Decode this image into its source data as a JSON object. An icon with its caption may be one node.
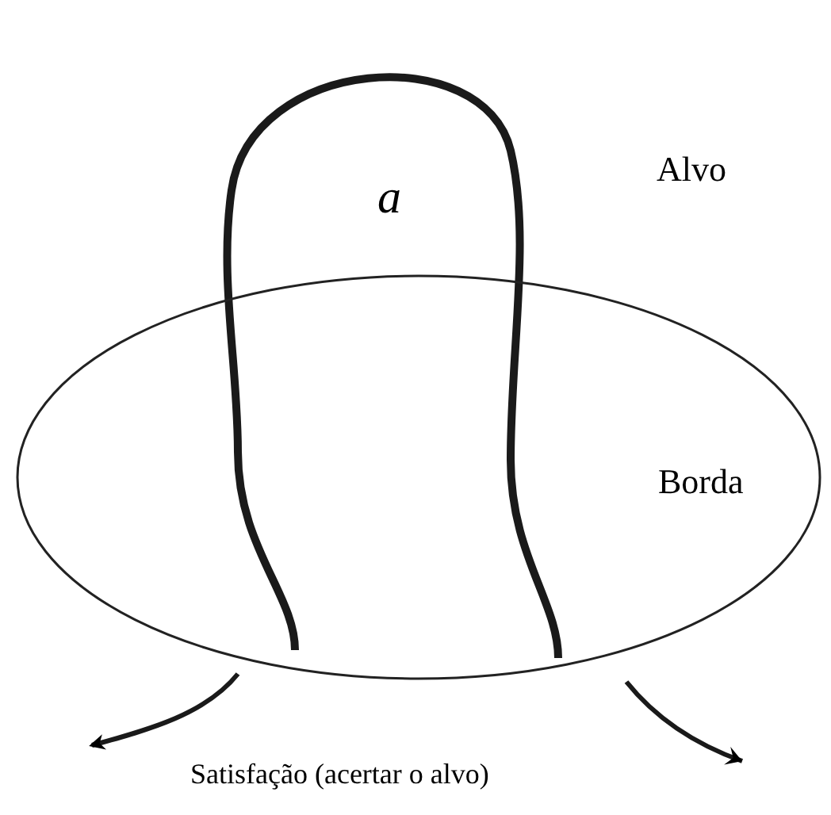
{
  "diagram": {
    "nodes": [
      {
        "text": [
          "Borda"
        ]
      }
    ],
    "labels": [
      "a",
      "Alvo",
      "Satisfação (acertar o alvo)"
    ]
  }
}
